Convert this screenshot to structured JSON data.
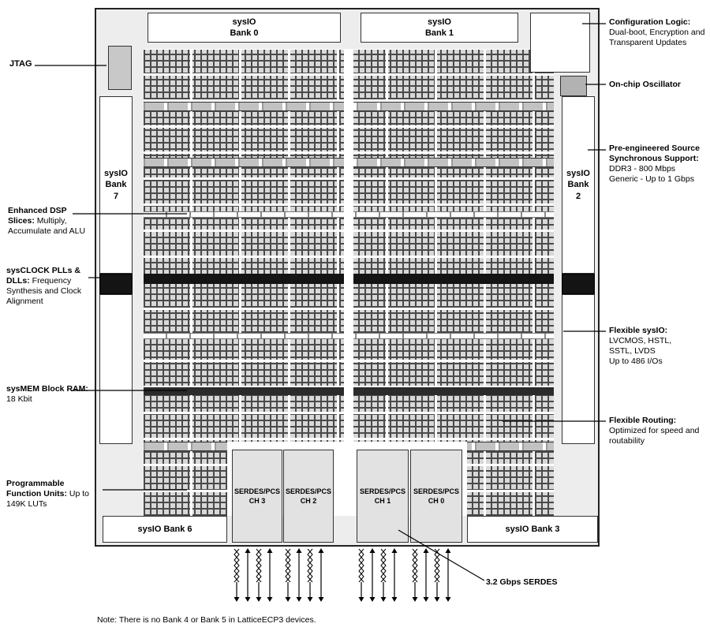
{
  "chip": {
    "top_banks": [
      {
        "line1": "sysIO",
        "line2": "Bank 0"
      },
      {
        "line1": "sysIO",
        "line2": "Bank 1"
      }
    ],
    "left_bank": {
      "line1": "sysIO",
      "line2": "Bank",
      "line3": "7"
    },
    "right_bank": {
      "line1": "sysIO",
      "line2": "Bank",
      "line3": "2"
    },
    "bottom_banks": [
      {
        "label": "sysIO Bank 6"
      },
      {
        "label": "sysIO Bank 3"
      }
    ],
    "serdes_blocks": [
      {
        "line1": "SERDES/PCS",
        "line2": "CH 3"
      },
      {
        "line1": "SERDES/PCS",
        "line2": "CH 2"
      },
      {
        "line1": "SERDES/PCS",
        "line2": "CH 1"
      },
      {
        "line1": "SERDES/PCS",
        "line2": "CH 0"
      }
    ]
  },
  "callouts": {
    "jtag": {
      "bold": "JTAG"
    },
    "dsp": {
      "bold": "Enhanced DSP Slices:",
      "rest": " Multiply, Accumulate and ALU"
    },
    "sysclock": {
      "bold": "sysCLOCK PLLs & DLLs:",
      "rest": " Frequency Synthesis and Clock Alignment"
    },
    "sysmem": {
      "bold": "sysMEM Block RAM:",
      "rest": " 18 Kbit"
    },
    "pfu": {
      "bold": "Programmable Function Units:",
      "rest": " Up to 149K LUTs"
    },
    "config": {
      "bold": "Configuration Logic:",
      "rest": "Dual-boot, Encryption and Transparent Updates"
    },
    "osc": {
      "bold": "On-chip Oscillator"
    },
    "ddr": {
      "bold": "Pre-engineered Source Synchronous Support:",
      "rest": "DDR3 - 800 Mbps\nGeneric - Up to 1 Gbps"
    },
    "sysio": {
      "bold": "Flexible sysIO:",
      "rest": "LVCMOS, HSTL,\nSSTL, LVDS\nUp to 486 I/Os"
    },
    "routing": {
      "bold": "Flexible Routing:",
      "rest": "Optimized for speed and routability"
    },
    "serdes": {
      "bold": "3.2 Gbps SERDES"
    }
  },
  "note": "Note: There is no Bank 4 or Bank 5 in LatticeECP3 devices."
}
